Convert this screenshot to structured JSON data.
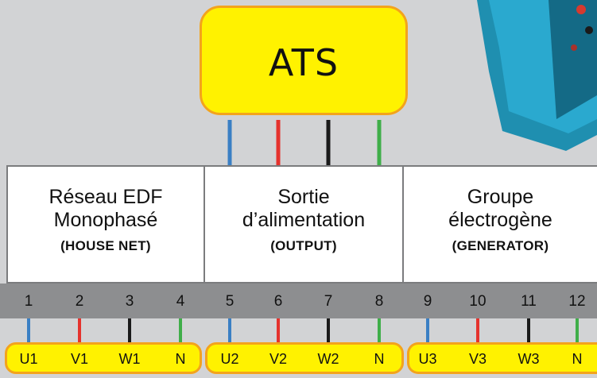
{
  "ats": {
    "label": "ATS"
  },
  "panels": [
    {
      "line1": "Réseau EDF",
      "line2": "Monophasé",
      "line3": "(HOUSE NET)"
    },
    {
      "line1": "Sortie",
      "line2": "d’alimentation",
      "line3": "(OUTPUT)"
    },
    {
      "line1": "Groupe",
      "line2": "électrogène",
      "line3": "(GENERATOR)"
    }
  ],
  "terminals": {
    "numbers": [
      "1",
      "2",
      "3",
      "4",
      "5",
      "6",
      "7",
      "8",
      "9",
      "10",
      "11",
      "12"
    ],
    "labels": [
      "U1",
      "V1",
      "W1",
      "N",
      "U2",
      "V2",
      "W2",
      "N",
      "U3",
      "V3",
      "W3",
      "N"
    ]
  },
  "colors": {
    "phase_u": "#3a7fc4",
    "phase_v": "#e5322d",
    "phase_w": "#1a1a1a",
    "neutral": "#3fae49",
    "ats_fill": "#fff200",
    "ats_border": "#f3a31c"
  }
}
